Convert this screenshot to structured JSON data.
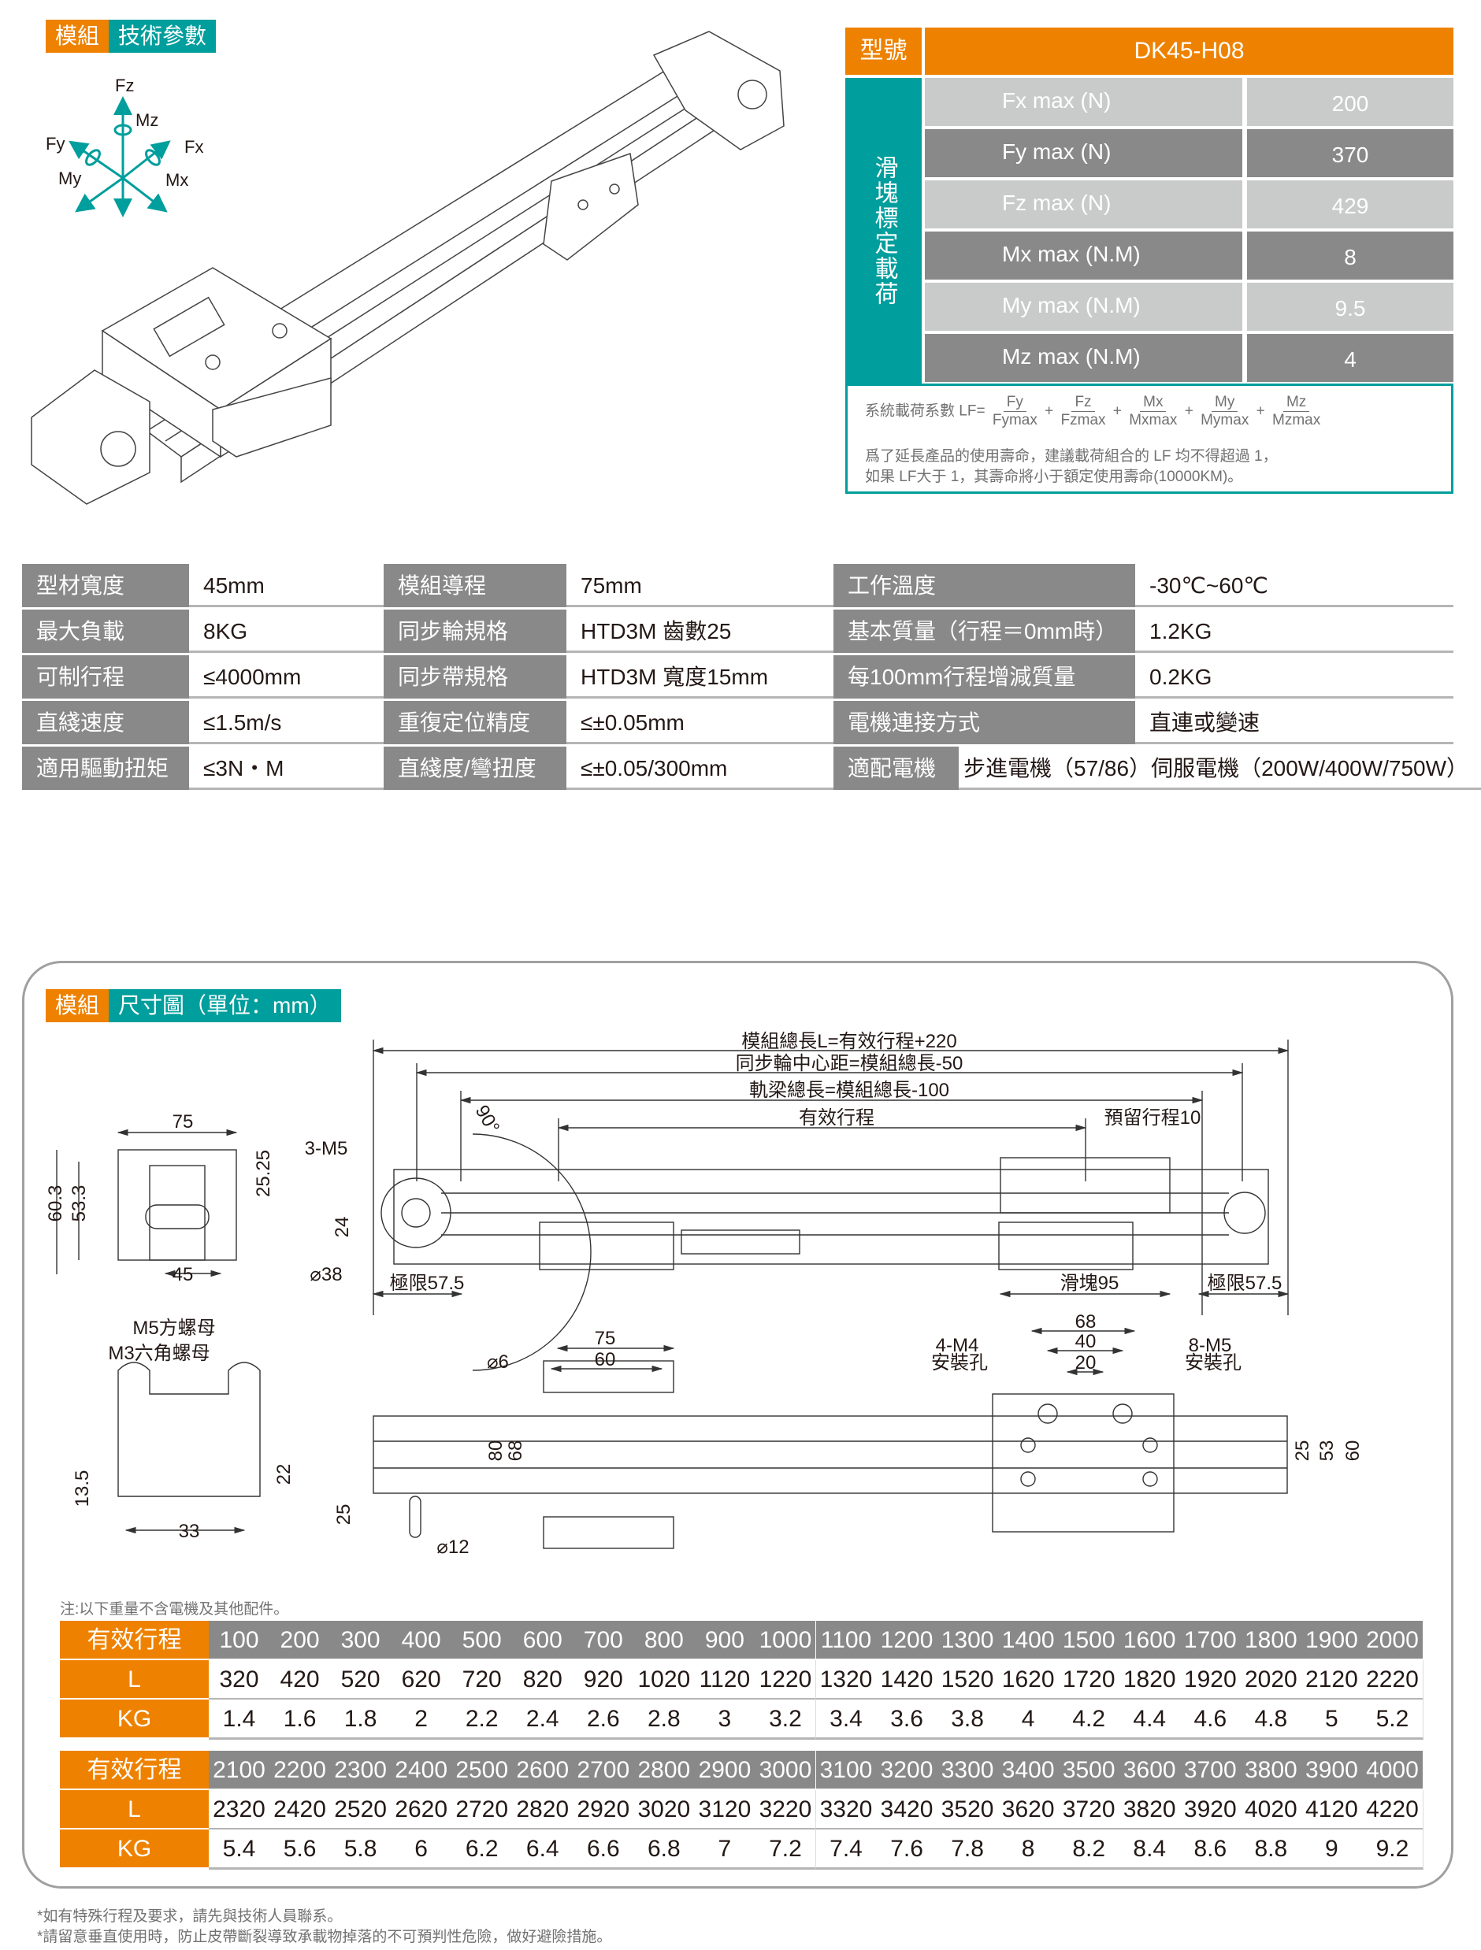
{
  "tech_tag": {
    "prefix": "模組",
    "title": "技術參數"
  },
  "axes": {
    "fz": "Fz",
    "mz": "Mz",
    "fy": "Fy",
    "fx": "Fx",
    "my": "My",
    "mx": "Mx"
  },
  "spec": {
    "model_label": "型號",
    "model_value": "DK45-H08",
    "side_label": "滑塊標定載荷",
    "rows": [
      {
        "name": "Fx max (N)",
        "value": "200"
      },
      {
        "name": "Fy max (N)",
        "value": "370"
      },
      {
        "name": "Fz max (N)",
        "value": "429"
      },
      {
        "name": "Mx max (N.M)",
        "value": "8"
      },
      {
        "name": "My max (N.M)",
        "value": "9.5"
      },
      {
        "name": "Mz max (N.M)",
        "value": "4"
      }
    ],
    "formula": {
      "prefix": "系統載荷系數 LF=",
      "terms": [
        {
          "num": "Fy",
          "den": "Fymax"
        },
        {
          "num": "Fz",
          "den": "Fzmax"
        },
        {
          "num": "Mx",
          "den": "Mxmax"
        },
        {
          "num": "My",
          "den": "Mymax"
        },
        {
          "num": "Mz",
          "den": "Mzmax"
        }
      ],
      "plus": "+",
      "note1": "爲了延長產品的使用壽命，建議載荷組合的 LF 均不得超過 1，",
      "note2": "如果 LF大于 1，其壽命將小于額定使用壽命(10000KM)。"
    }
  },
  "params": [
    [
      {
        "l": "型材寬度",
        "v": "45mm"
      },
      {
        "l": "模組導程",
        "v": "75mm"
      },
      {
        "l": "工作溫度",
        "v": "-30℃~60℃"
      }
    ],
    [
      {
        "l": "最大負載",
        "v": "8KG"
      },
      {
        "l": "同步輪規格",
        "v": "HTD3M 齒數25"
      },
      {
        "l": "基本質量（行程＝0mm時）",
        "v": "1.2KG"
      }
    ],
    [
      {
        "l": "可制行程",
        "v": "≤4000mm"
      },
      {
        "l": "同步帶規格",
        "v": "HTD3M 寬度15mm"
      },
      {
        "l": "每100mm行程增減質量",
        "v": "0.2KG"
      }
    ],
    [
      {
        "l": "直綫速度",
        "v": "≤1.5m/s"
      },
      {
        "l": "重復定位精度",
        "v": "≤±0.05mm"
      },
      {
        "l": "電機連接方式",
        "v": "直連或變速"
      }
    ],
    [
      {
        "l": "適用驅動扭矩",
        "v": "≤3N・M"
      },
      {
        "l": "直綫度/彎扭度",
        "v": "≤±0.05/300mm"
      },
      {
        "l": "適配電機",
        "v": "步進電機（57/86）伺服電機（200W/400W/750W）"
      }
    ]
  ],
  "dim_tag": {
    "prefix": "模組",
    "title": "尺寸圖（單位：mm）"
  },
  "drawing": {
    "total_length": "模組總長L=有效行程+220",
    "pulley_center": "同步輪中心距=模組總長-50",
    "rail_length": "軌梁總長=模組總長-100",
    "stroke": "有效行程",
    "reserve": "預留行程10",
    "angle": "90°",
    "w75": "75",
    "m5_3": "3-M5",
    "h25_25": "25.25",
    "h60_3": "60.3",
    "h53_3": "53.3",
    "h24": "24",
    "w45": "45",
    "d38": "⌀38",
    "limit_left": "極限57.5",
    "slider": "滑塊95",
    "limit_right": "極限57.5",
    "m5_nut": "M5方螺母",
    "m3_nut": "M3六角螺母",
    "h13_5": "13.5",
    "h22": "22",
    "w33": "33",
    "h25": "25",
    "d12": "⌀12",
    "d6": "⌀6",
    "b75": "75",
    "b60": "60",
    "b80": "80",
    "b68": "68",
    "c68": "68",
    "c40": "40",
    "c20": "20",
    "m4_4": "4-M4",
    "m4_holes": "安裝孔",
    "m5_8": "8-M5",
    "m5_holes": "安裝孔",
    "r25": "25",
    "r53": "53",
    "r60": "60"
  },
  "weight_note": "注:以下重量不含電機及其他配件。",
  "tables": [
    {
      "labels": [
        "有效行程",
        "L",
        "KG"
      ],
      "stroke": [
        "100",
        "200",
        "300",
        "400",
        "500",
        "600",
        "700",
        "800",
        "900",
        "1000",
        "1100",
        "1200",
        "1300",
        "1400",
        "1500",
        "1600",
        "1700",
        "1800",
        "1900",
        "2000"
      ],
      "L": [
        "320",
        "420",
        "520",
        "620",
        "720",
        "820",
        "920",
        "1020",
        "1120",
        "1220",
        "1320",
        "1420",
        "1520",
        "1620",
        "1720",
        "1820",
        "1920",
        "2020",
        "2120",
        "2220"
      ],
      "KG": [
        "1.4",
        "1.6",
        "1.8",
        "2",
        "2.2",
        "2.4",
        "2.6",
        "2.8",
        "3",
        "3.2",
        "3.4",
        "3.6",
        "3.8",
        "4",
        "4.2",
        "4.4",
        "4.6",
        "4.8",
        "5",
        "5.2"
      ]
    },
    {
      "labels": [
        "有效行程",
        "L",
        "KG"
      ],
      "stroke": [
        "2100",
        "2200",
        "2300",
        "2400",
        "2500",
        "2600",
        "2700",
        "2800",
        "2900",
        "3000",
        "3100",
        "3200",
        "3300",
        "3400",
        "3500",
        "3600",
        "3700",
        "3800",
        "3900",
        "4000"
      ],
      "L": [
        "2320",
        "2420",
        "2520",
        "2620",
        "2720",
        "2820",
        "2920",
        "3020",
        "3120",
        "3220",
        "3320",
        "3420",
        "3520",
        "3620",
        "3720",
        "3820",
        "3920",
        "4020",
        "4120",
        "4220"
      ],
      "KG": [
        "5.4",
        "5.6",
        "5.8",
        "6",
        "6.2",
        "6.4",
        "6.6",
        "6.8",
        "7",
        "7.2",
        "7.4",
        "7.6",
        "7.8",
        "8",
        "8.2",
        "8.4",
        "8.6",
        "8.8",
        "9",
        "9.2"
      ]
    }
  ],
  "footer": {
    "note1": "*如有特殊行程及要求，請先與技術人員聯系。",
    "note2": "*請留意垂直使用時，防止皮帶斷裂導致承載物掉落的不可預判性危險，做好避險措施。"
  },
  "colors": {
    "orange": "#EE8200",
    "teal": "#009E9C",
    "light_gray": "#C9CACA",
    "dark_gray": "#898989"
  }
}
